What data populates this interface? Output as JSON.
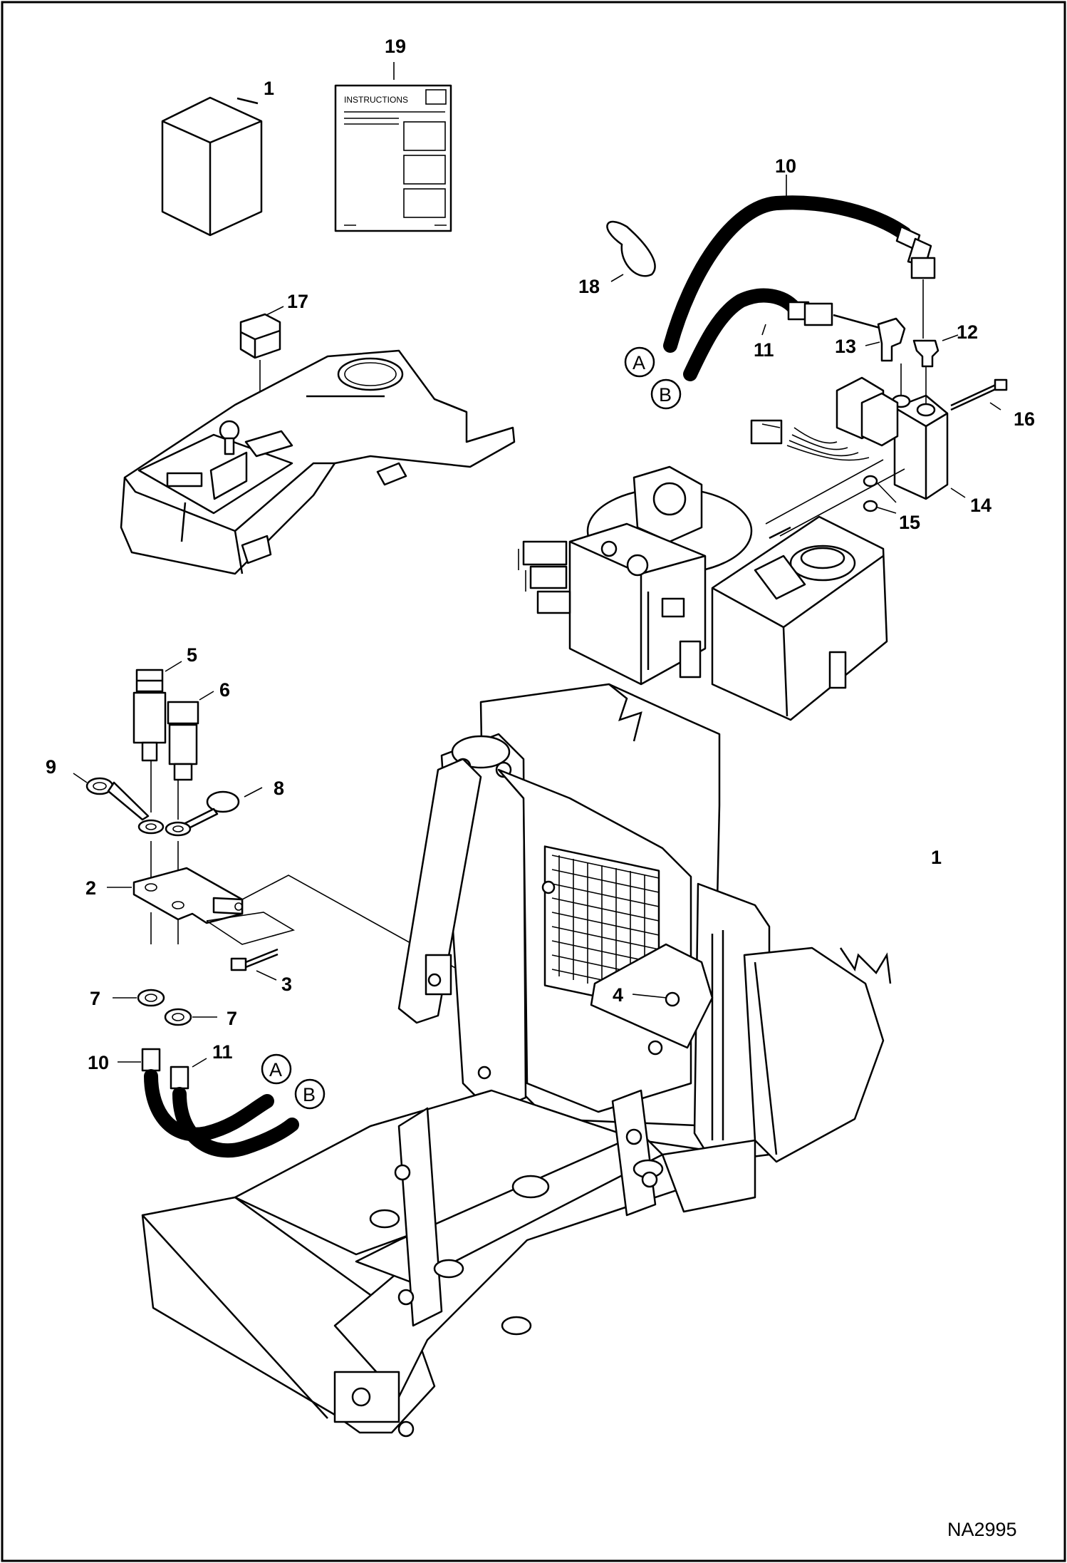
{
  "diagram": {
    "drawing_number": "NA2995",
    "manual_text": "INSTRUCTIONS",
    "connector_letters": [
      "A",
      "B"
    ],
    "callouts": [
      "1",
      "2",
      "3",
      "4",
      "5",
      "6",
      "7",
      "8",
      "9",
      "10",
      "11",
      "12",
      "13",
      "14",
      "15",
      "16",
      "17",
      "18",
      "19"
    ]
  }
}
